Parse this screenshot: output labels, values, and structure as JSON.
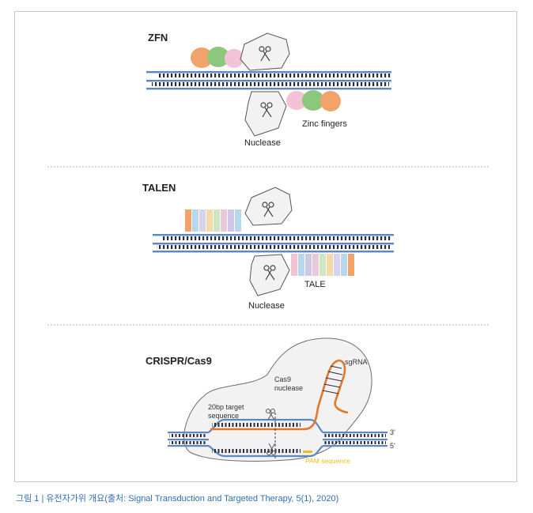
{
  "sections": {
    "zfn": {
      "title": "ZFN",
      "nuclease_label": "Nuclease",
      "protein_label": "Zinc fingers"
    },
    "talen": {
      "title": "TALEN",
      "nuclease_label": "Nuclease",
      "protein_label": "TALE"
    },
    "crispr": {
      "title": "CRISPR/Cas9",
      "sgrna_label": "sgRNA",
      "cas9_label_line1": "Cas9",
      "cas9_label_line2": "nuclease",
      "target_label_line1": "20bp target",
      "target_label_line2": "sequence",
      "strand_top_end": "3'",
      "strand_bottom_end": "5'",
      "pam_label": "PAM sequence"
    }
  },
  "colors": {
    "dna_strand": "#5b87c4",
    "dna_rung": "#2b2b3a",
    "nuclease_fill": "#f2f2f2",
    "zinc_orange": "#f2a36b",
    "zinc_green": "#8cc77e",
    "zinc_pink": "#f2c2d6",
    "sgrna": "#e2772b",
    "pam": "#e8c020",
    "caption": "#2f6fb3",
    "separator": "#9a9a9a",
    "frame": "#c9c9c9"
  },
  "tale_colors": [
    "#f2a36b",
    "#b7d7ef",
    "#d9d2ea",
    "#f6d9a8",
    "#cfe6c4",
    "#e8c9dc",
    "#cfc7e5",
    "#b7d7ef",
    "#f2c2d6"
  ],
  "caption": "그림 1 | 유전자가위 개요(출처: Signal Transduction and Targeted Therapy, 5(1), 2020)"
}
